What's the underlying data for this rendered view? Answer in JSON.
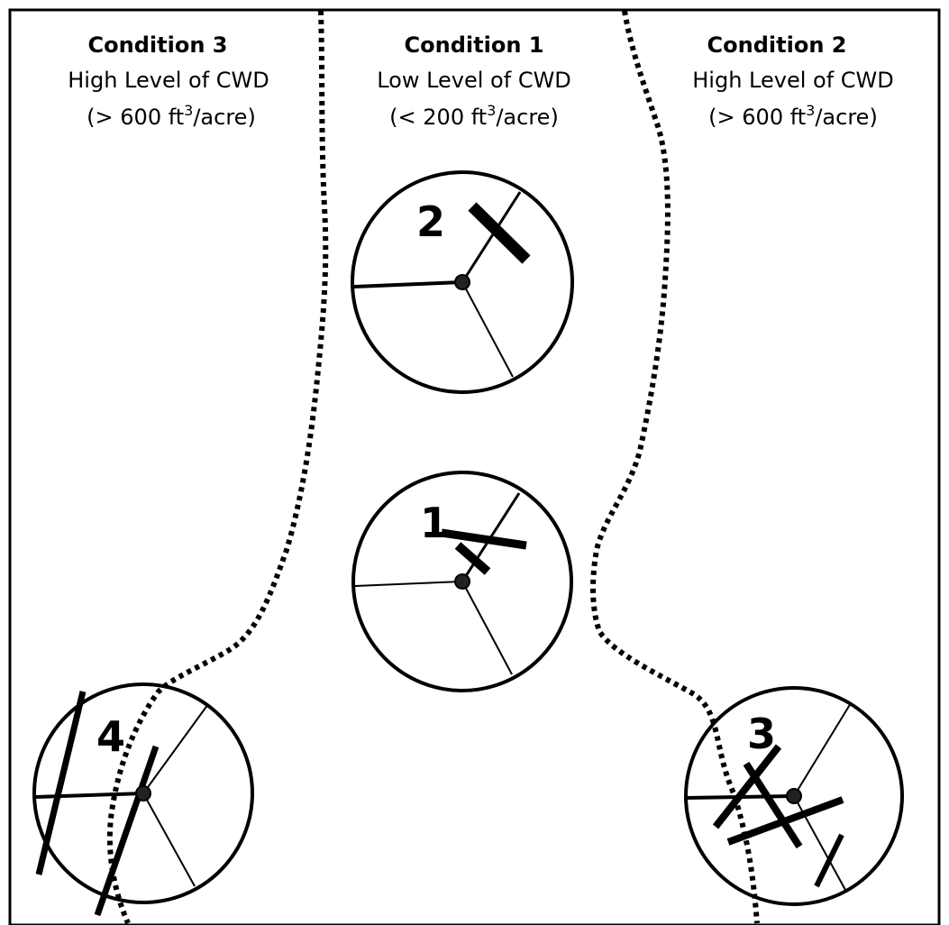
{
  "conditions": [
    {
      "title": "Condition 3",
      "level": "High Level of CWD",
      "volume_prefix": "(> 600 ft",
      "volume_sup": "3",
      "volume_suffix": "/acre)"
    },
    {
      "title": "Condition 1",
      "level": "Low Level of CWD",
      "volume_prefix": "(< 200 ft",
      "volume_sup": "3",
      "volume_suffix": "/acre)"
    },
    {
      "title": "Condition 2",
      "level": "High Level of CWD",
      "volume_prefix": "(> 600 ft",
      "volume_sup": "3",
      "volume_suffix": "/acre)"
    }
  ],
  "plots": [
    {
      "number": "1"
    },
    {
      "number": "2"
    },
    {
      "number": "3"
    },
    {
      "number": "4"
    }
  ]
}
